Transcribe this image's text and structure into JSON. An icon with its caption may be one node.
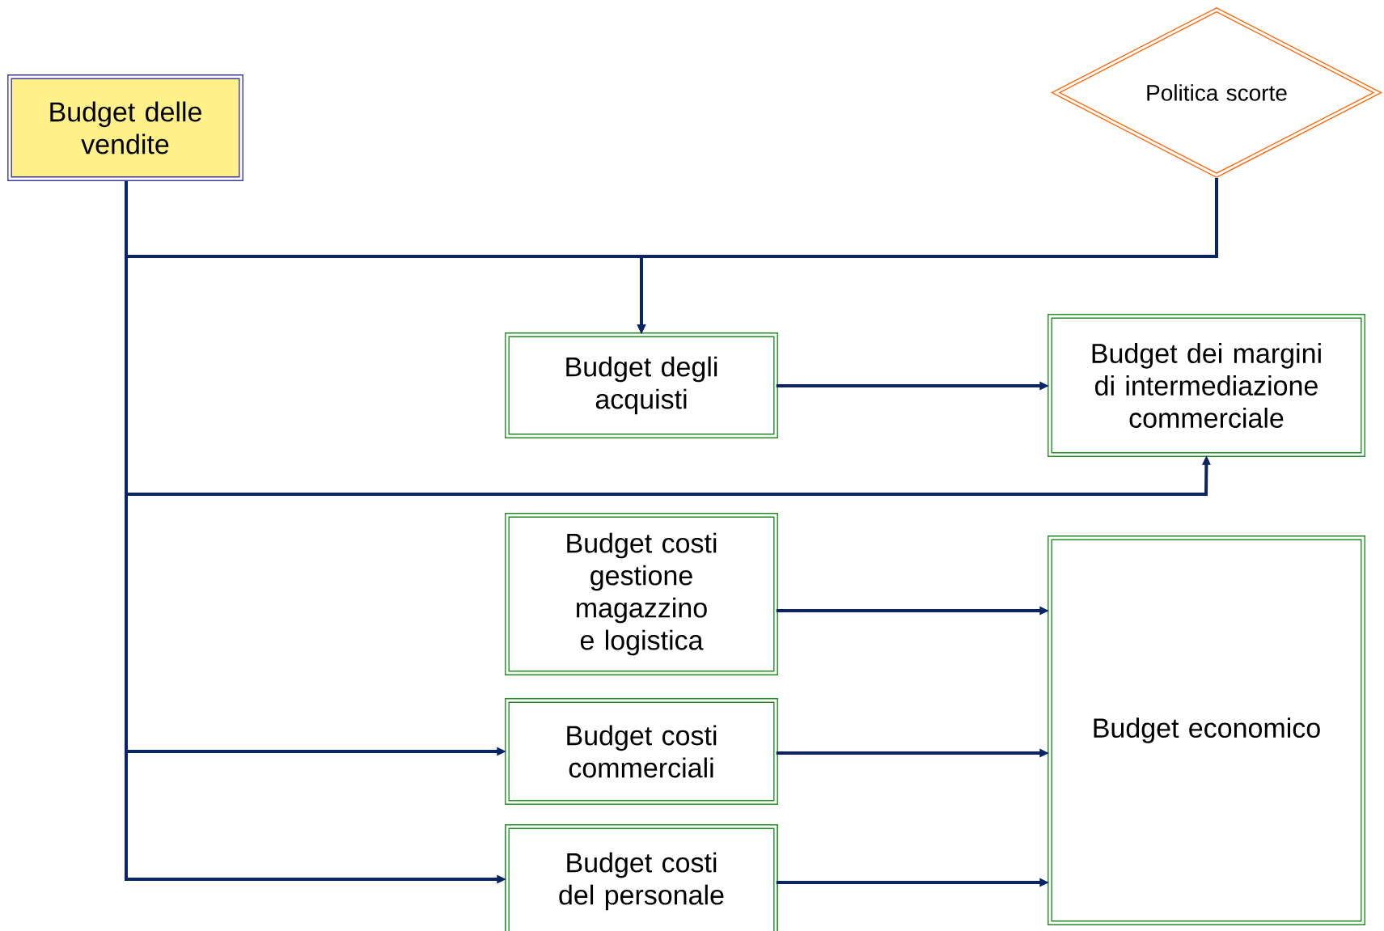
{
  "diagram": {
    "nodes": [
      {
        "text": [
          "Budget delle vendite"
        ]
      },
      {
        "text": [
          "Politica scorte"
        ]
      },
      {
        "text": [
          "Budget degli acquisti"
        ]
      },
      {
        "text": [
          "Budget dei margini di intermediazione commerciale"
        ]
      },
      {
        "text": [
          "Budget costi gestione magazzino e logistica"
        ]
      },
      {
        "text": [
          "Budget costi commerciali"
        ]
      },
      {
        "text": [
          "Budget costi del personale"
        ]
      },
      {
        "text": [
          "Budget economico"
        ]
      }
    ],
    "edges": [
      {
        "from": 0,
        "to": 2,
        "arrow": "to"
      },
      {
        "from": 1,
        "to": 2,
        "arrow": "to"
      },
      {
        "from": 2,
        "to": 3,
        "arrow": "to"
      },
      {
        "from": 0,
        "to": 3,
        "arrow": "to"
      },
      {
        "from": 0,
        "to": 5,
        "arrow": "to"
      },
      {
        "from": 0,
        "to": 6,
        "arrow": "to"
      },
      {
        "from": 4,
        "to": 7,
        "arrow": "to"
      },
      {
        "from": 5,
        "to": 7,
        "arrow": "to"
      },
      {
        "from": 6,
        "to": 7,
        "arrow": "to"
      }
    ]
  }
}
